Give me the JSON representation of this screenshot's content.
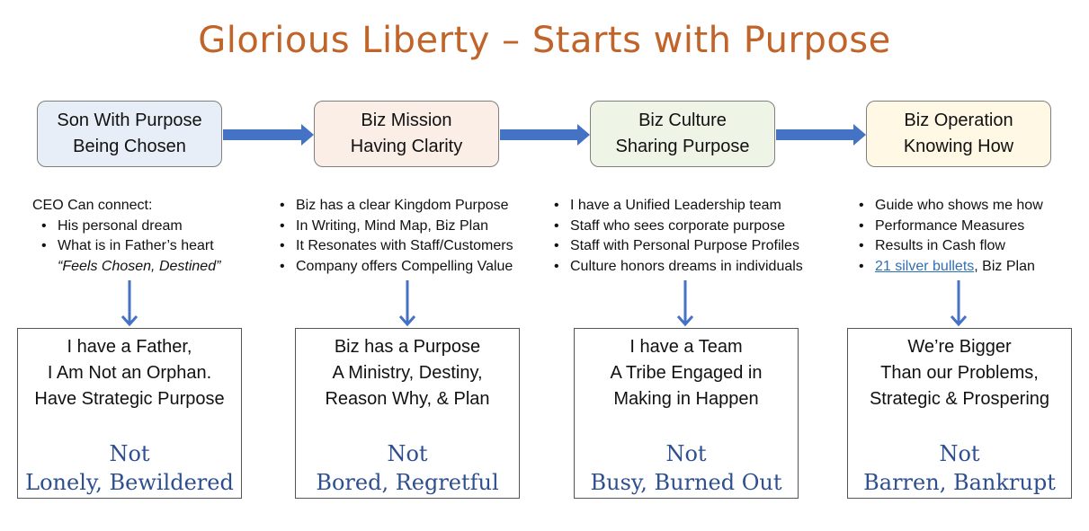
{
  "title": "Glorious Liberty – Starts with Purpose",
  "colors": {
    "title": "#c0642a",
    "arrow": "#4472c4",
    "not_text": "#2d4f8f",
    "link": "#2f6fb5"
  },
  "stages": [
    {
      "line1": "Son With Purpose",
      "line2": "Being Chosen"
    },
    {
      "line1": "Biz Mission",
      "line2": "Having Clarity"
    },
    {
      "line1": "Biz Culture",
      "line2": "Sharing Purpose"
    },
    {
      "line1": "Biz Operation",
      "line2": "Knowing How"
    }
  ],
  "details": {
    "son": {
      "lead": "CEO Can connect:",
      "items": [
        "His personal dream",
        "What is in Father’s heart"
      ],
      "quote": "“Feels Chosen, Destined”"
    },
    "mission": {
      "items": [
        "Biz has a clear  Kingdom Purpose",
        "In Writing, Mind Map, Biz Plan",
        "It Resonates with Staff/Customers",
        "Company offers Compelling Value"
      ]
    },
    "culture": {
      "items": [
        "I have a Unified  Leadership team",
        "Staff who sees corporate purpose",
        "Staff with Personal Purpose Profiles",
        "Culture honors dreams in individuals"
      ]
    },
    "operation": {
      "items": [
        "Guide who shows me how",
        "Performance Measures",
        "Results in Cash flow"
      ],
      "link_text": "21 silver bullets",
      "link_suffix": ", Biz Plan"
    }
  },
  "outcomes": [
    {
      "lines": [
        "I have a Father,",
        "I Am Not an Orphan.",
        "Have Strategic Purpose"
      ],
      "not": "Not",
      "negative": "Lonely, Bewildered"
    },
    {
      "lines": [
        "Biz has a Purpose",
        "A Ministry, Destiny,",
        "Reason Why, & Plan"
      ],
      "not": "Not",
      "negative": "Bored, Regretful"
    },
    {
      "lines": [
        "I have a Team",
        "A Tribe Engaged in",
        "Making in Happen"
      ],
      "not": "Not",
      "negative": "Busy, Burned Out"
    },
    {
      "lines": [
        "We’re Bigger",
        "Than our Problems,",
        "Strategic & Prospering"
      ],
      "not": "Not",
      "negative": "Barren, Bankrupt"
    }
  ]
}
